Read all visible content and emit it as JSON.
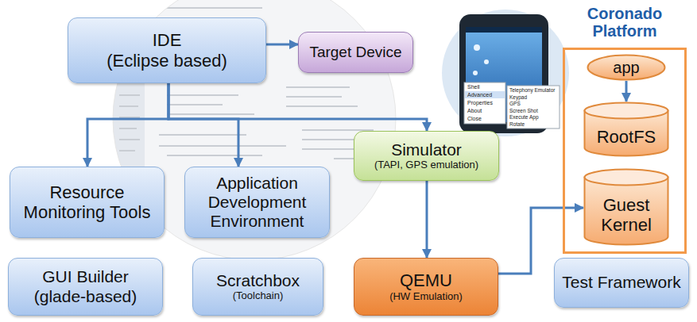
{
  "diagram": {
    "nodes": [
      {
        "text": [
          "IDE",
          "(Eclipse based)"
        ]
      },
      {
        "text": [
          "Target Device"
        ]
      },
      {
        "text": [
          "Coronado Platform"
        ]
      },
      {
        "text": [
          "app"
        ],
        "in": 2
      },
      {
        "text": [
          "RootFS"
        ],
        "in": 2
      },
      {
        "text": [
          "Guest Kernel"
        ],
        "in": 2
      },
      {
        "text": [
          "Resource Monitoring Tools"
        ]
      },
      {
        "text": [
          "Application Development Environment"
        ]
      },
      {
        "text": [
          "Simulator",
          "(TAPI, GPS emulation)"
        ]
      },
      {
        "text": [
          "GUI Builder",
          "(glade-based)"
        ]
      },
      {
        "text": [
          "Scratchbox",
          "(Toolchain)"
        ]
      },
      {
        "text": [
          "QEMU",
          "(HW Emulation)"
        ]
      },
      {
        "text": [
          "Test Framework"
        ]
      }
    ],
    "edges": [
      {
        "from": 0,
        "to": 1,
        "arrow": "to"
      },
      {
        "from": 0,
        "to": 6,
        "arrow": "to"
      },
      {
        "from": 0,
        "to": 7,
        "arrow": "to"
      },
      {
        "from": 0,
        "to": 8,
        "arrow": "to"
      },
      {
        "from": 8,
        "to": 11,
        "arrow": "to"
      },
      {
        "from": 11,
        "to": 5,
        "arrow": "to"
      },
      {
        "from": 3,
        "to": 4,
        "arrow": "to"
      }
    ],
    "labels": [
      "Shell",
      "Advanced",
      "Properties",
      "About",
      "Close",
      "Telephony Emulator",
      "Keypad",
      "GPS",
      "Screen Shot",
      "Execute App",
      "Rotate"
    ]
  }
}
